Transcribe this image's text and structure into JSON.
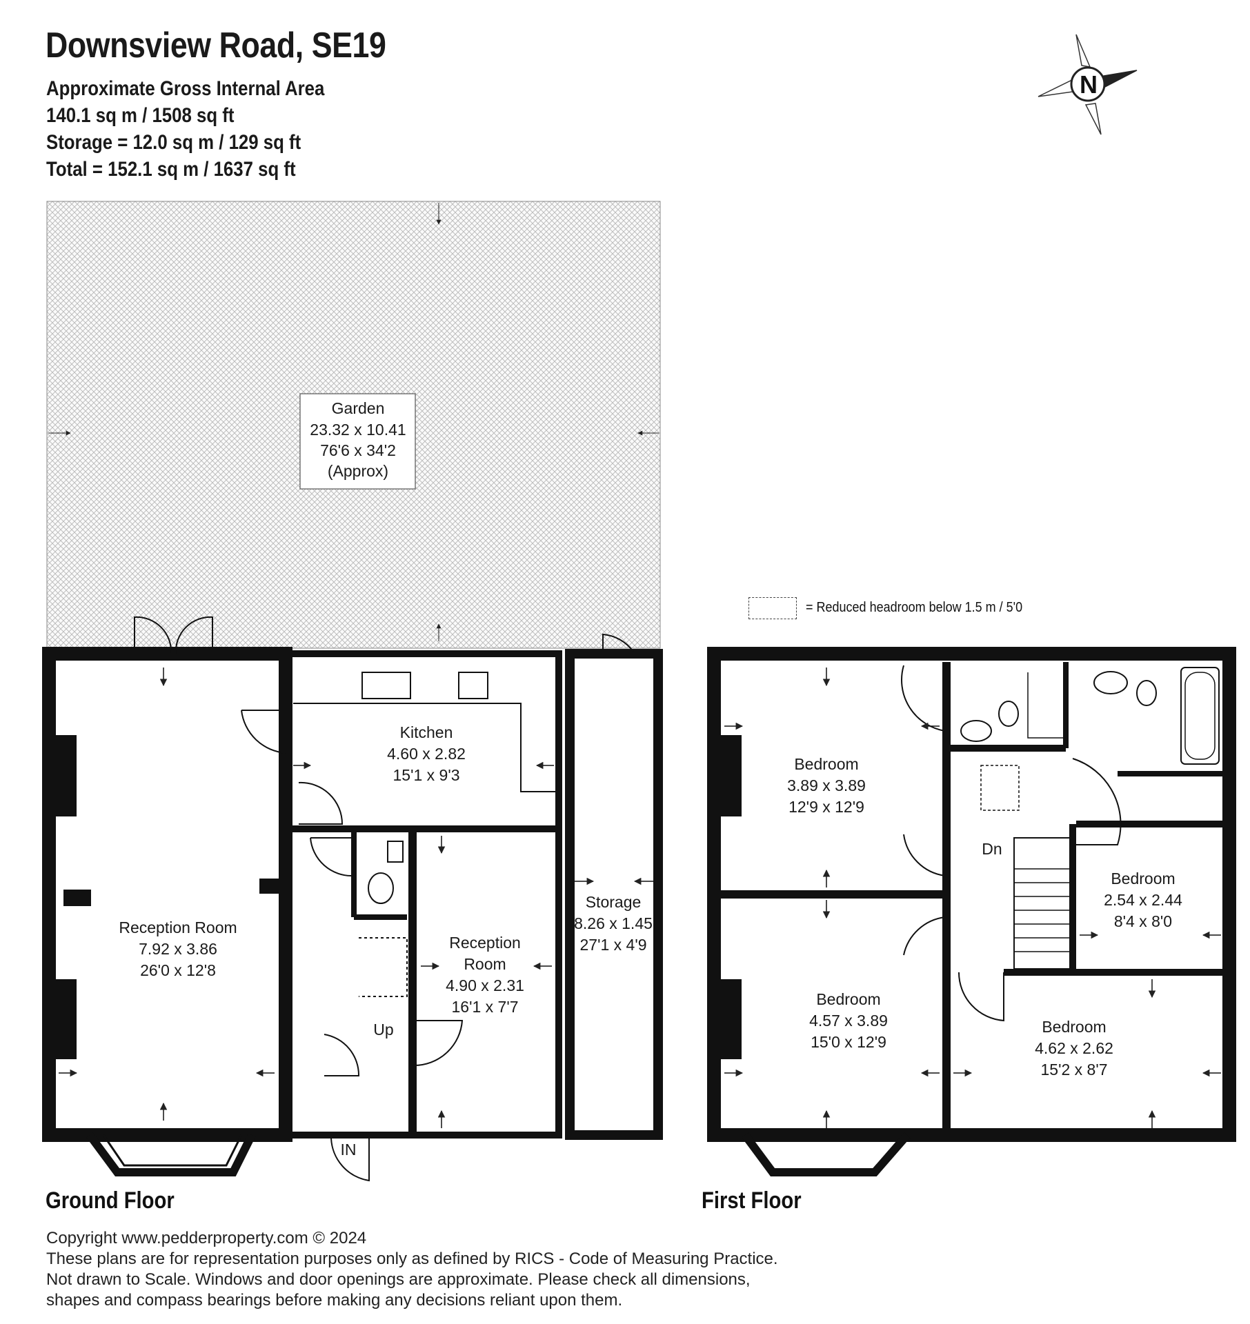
{
  "header": {
    "title": "Downsview Road, SE19",
    "area_title": "Approximate Gross Internal Area",
    "area_main": "140.1 sq m / 1508 sq ft",
    "area_storage": "Storage = 12.0 sq m / 129 sq ft",
    "area_total": "Total = 152.1 sq m / 1637 sq ft"
  },
  "compass": {
    "letter": "N"
  },
  "legend": {
    "text": "=  Reduced headroom below 1.5 m / 5'0"
  },
  "ground_floor": {
    "label": "Ground Floor",
    "garden": {
      "name": "Garden",
      "metric": "23.32 x 10.41",
      "imperial": "76'6 x 34'2",
      "note": "(Approx)"
    },
    "kitchen": {
      "name": "Kitchen",
      "metric": "4.60 x 2.82",
      "imperial": "15'1 x 9'3"
    },
    "reception_main": {
      "name": "Reception Room",
      "metric": "7.92 x 3.86",
      "imperial": "26'0 x 12'8"
    },
    "reception_small": {
      "name_1": "Reception",
      "name_2": "Room",
      "metric": "4.90 x 2.31",
      "imperial": "16'1 x 7'7"
    },
    "storage": {
      "name": "Storage",
      "metric": "8.26 x 1.45",
      "imperial": "27'1 x 4'9"
    },
    "stairs_label": "Up",
    "entrance_label": "IN"
  },
  "first_floor": {
    "label": "First Floor",
    "bedroom_rear": {
      "name": "Bedroom",
      "metric": "3.89 x 3.89",
      "imperial": "12'9 x 12'9"
    },
    "bedroom_front": {
      "name": "Bedroom",
      "metric": "4.57 x 3.89",
      "imperial": "15'0 x 12'9"
    },
    "bedroom_small": {
      "name": "Bedroom",
      "metric": "2.54 x 2.44",
      "imperial": "8'4 x 8'0"
    },
    "bedroom_side": {
      "name": "Bedroom",
      "metric": "4.62 x 2.62",
      "imperial": "15'2 x 8'7"
    },
    "stairs_label": "Dn"
  },
  "footer": {
    "line1": "Copyright www.pedderproperty.com © 2024",
    "line2": "These plans are for representation purposes only as defined by RICS - Code of Measuring Practice.",
    "line3": "Not drawn to Scale. Windows and door openings are approximate. Please check all dimensions,",
    "line4": "shapes and compass bearings before making any decisions reliant upon them."
  }
}
